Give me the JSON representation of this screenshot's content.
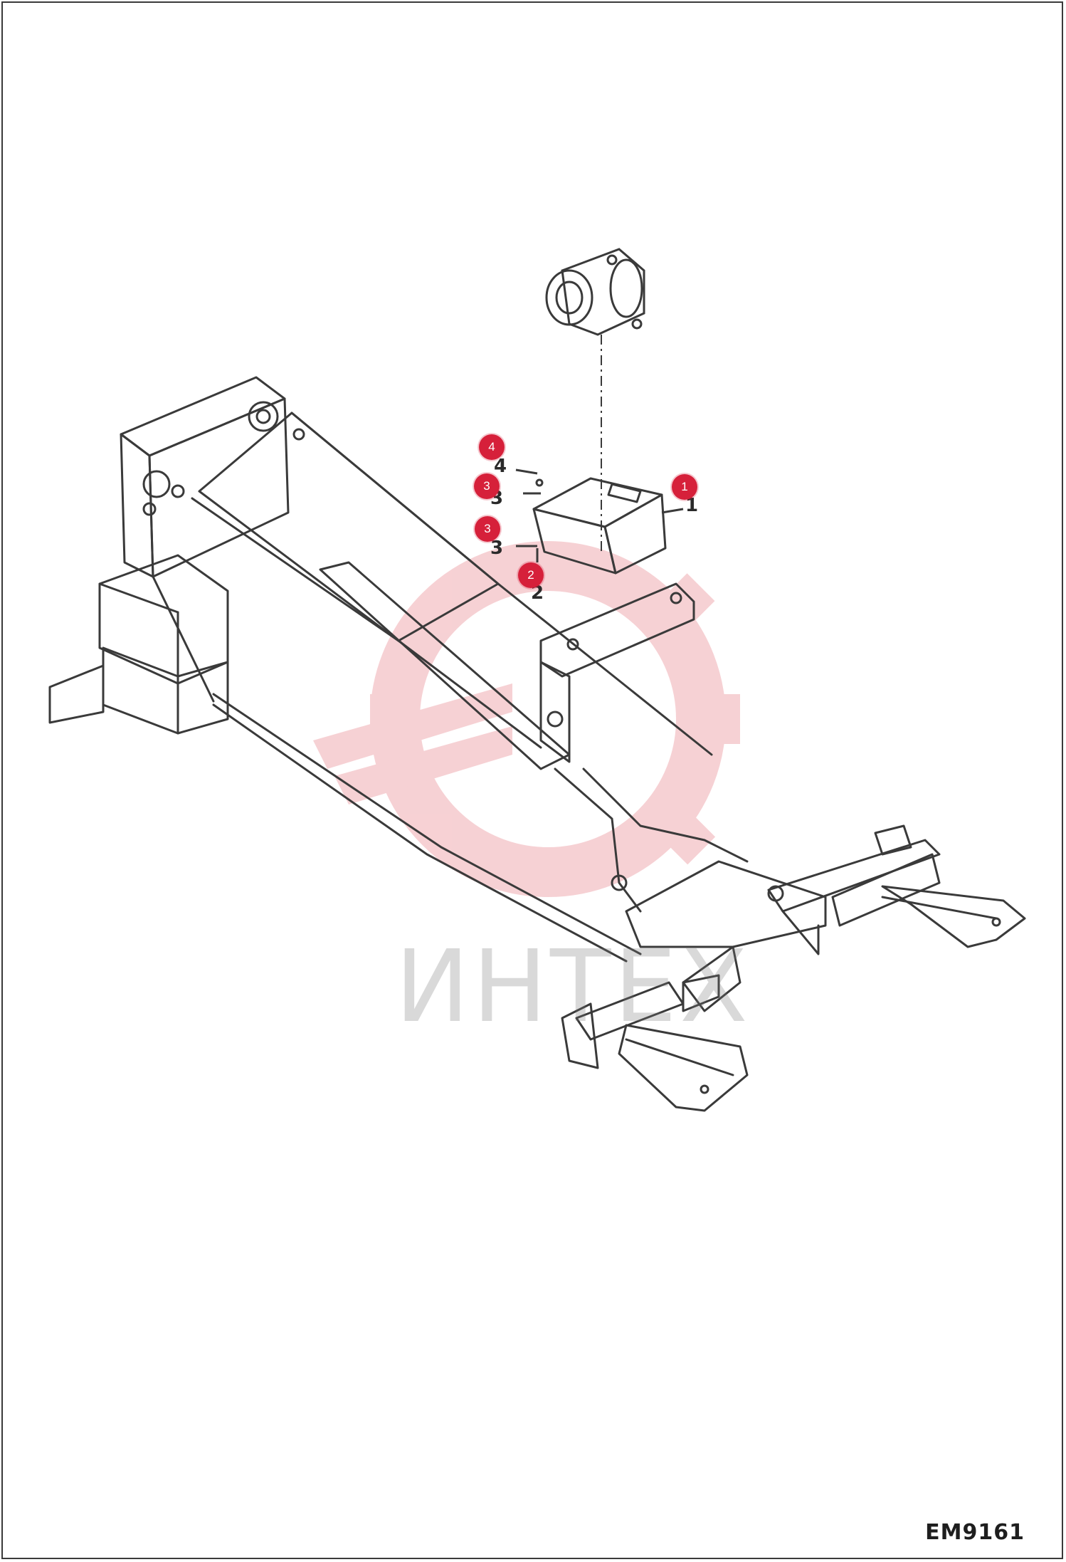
{
  "callouts": [
    {
      "id": "c4",
      "label": "4"
    },
    {
      "id": "c3a",
      "label": "3"
    },
    {
      "id": "c3b",
      "label": "3"
    },
    {
      "id": "c2",
      "label": "2"
    },
    {
      "id": "c1",
      "label": "1"
    }
  ],
  "part_numbers": {
    "n4": "4",
    "n3a": "3",
    "n3b": "3",
    "n2": "2",
    "n1": "1"
  },
  "watermark_text": "ИНТЕХ",
  "diagram_code": "EM9161",
  "colors": {
    "accent": "#d6203a",
    "line": "#3a3a3a",
    "watermark": "#f1b3b9"
  }
}
